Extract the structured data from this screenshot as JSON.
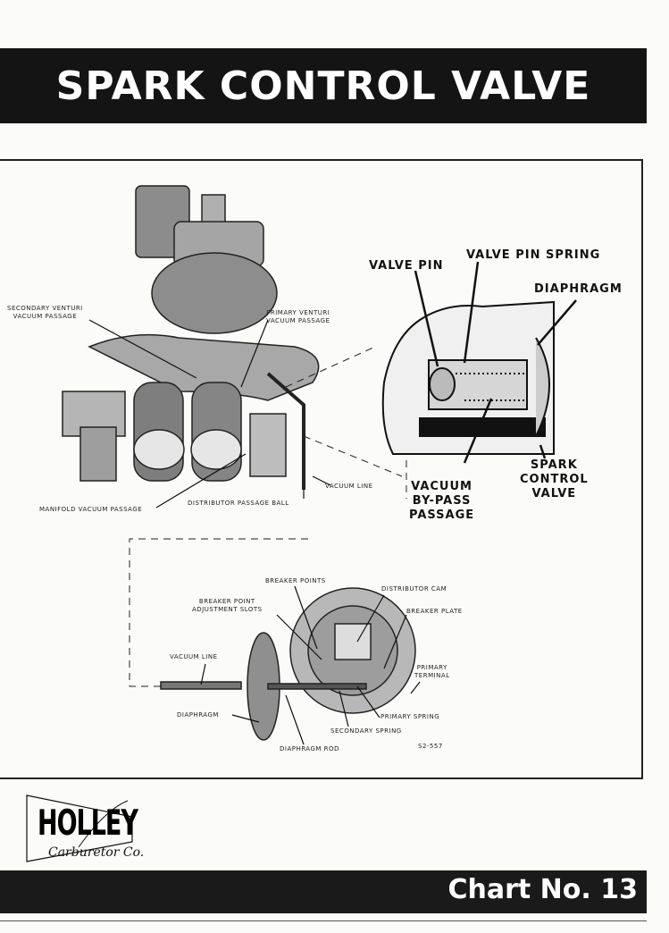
{
  "header": {
    "title": "SPARK CONTROL VALVE"
  },
  "carburetor_labels": {
    "secondary_venturi": [
      "SECONDARY VENTURI",
      "VACUUM PASSAGE"
    ],
    "primary_venturi": [
      "PRIMARY VENTURI",
      "VACUUM PASSAGE"
    ],
    "manifold_vacuum": "MANIFOLD VACUUM PASSAGE",
    "distributor_ball": "DISTRIBUTOR PASSAGE BALL",
    "vacuum_line": "VACUUM LINE"
  },
  "valve_labels": {
    "valve_pin": "VALVE PIN",
    "valve_pin_spring": "VALVE PIN SPRING",
    "diaphragm": "DIAPHRAGM",
    "vacuum_bypass": [
      "VACUUM",
      "BY-PASS",
      "PASSAGE"
    ],
    "spark_control_valve": [
      "SPARK",
      "CONTROL",
      "VALVE"
    ]
  },
  "distributor_labels": {
    "breaker_points": "BREAKER POINTS",
    "adjustment_slots": [
      "BREAKER POINT",
      "ADJUSTMENT SLOTS"
    ],
    "distributor_cam": "DISTRIBUTOR CAM",
    "breaker_plate": "BREAKER PLATE",
    "vacuum_line": "VACUUM LINE",
    "primary_terminal": [
      "PRIMARY",
      "TERMINAL"
    ],
    "diaphragm": "DIAPHRAGM",
    "primary_spring": "PRIMARY SPRING",
    "secondary_spring": "SECONDARY SPRING",
    "diaphragm_rod": "DIAPHRAGM ROD",
    "figure_code": "S2-557"
  },
  "footer": {
    "logo_word": "HOLLEY",
    "logo_sub": "Carburetor Co.",
    "chart_label": "Chart No. 13"
  }
}
